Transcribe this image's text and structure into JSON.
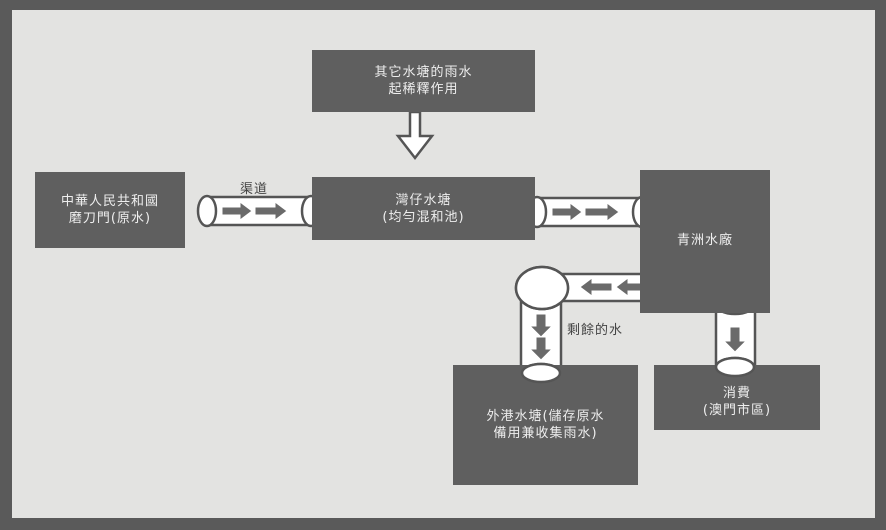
{
  "nodes": {
    "rain": {
      "line1": "其它水塘的雨水",
      "line2": "起稀釋作用"
    },
    "source": {
      "line1": "中華人民共和國",
      "line2": "磨刀門(原水)"
    },
    "reservoir": {
      "line1": "灣仔水塘",
      "line2": "(均勻混和池)"
    },
    "plant": {
      "line1": "青洲水廠"
    },
    "outer": {
      "line1": "外港水塘(儲存原水",
      "line2": "備用兼收集雨水)"
    },
    "consume": {
      "line1": "消費",
      "line2": "(澳門市區)"
    }
  },
  "labels": {
    "channel": "渠道",
    "surplus": "剩餘的水"
  },
  "colors": {
    "box": "#5f5f5f",
    "background": "#e3e3e1",
    "arrow": "#6a6a6a"
  }
}
